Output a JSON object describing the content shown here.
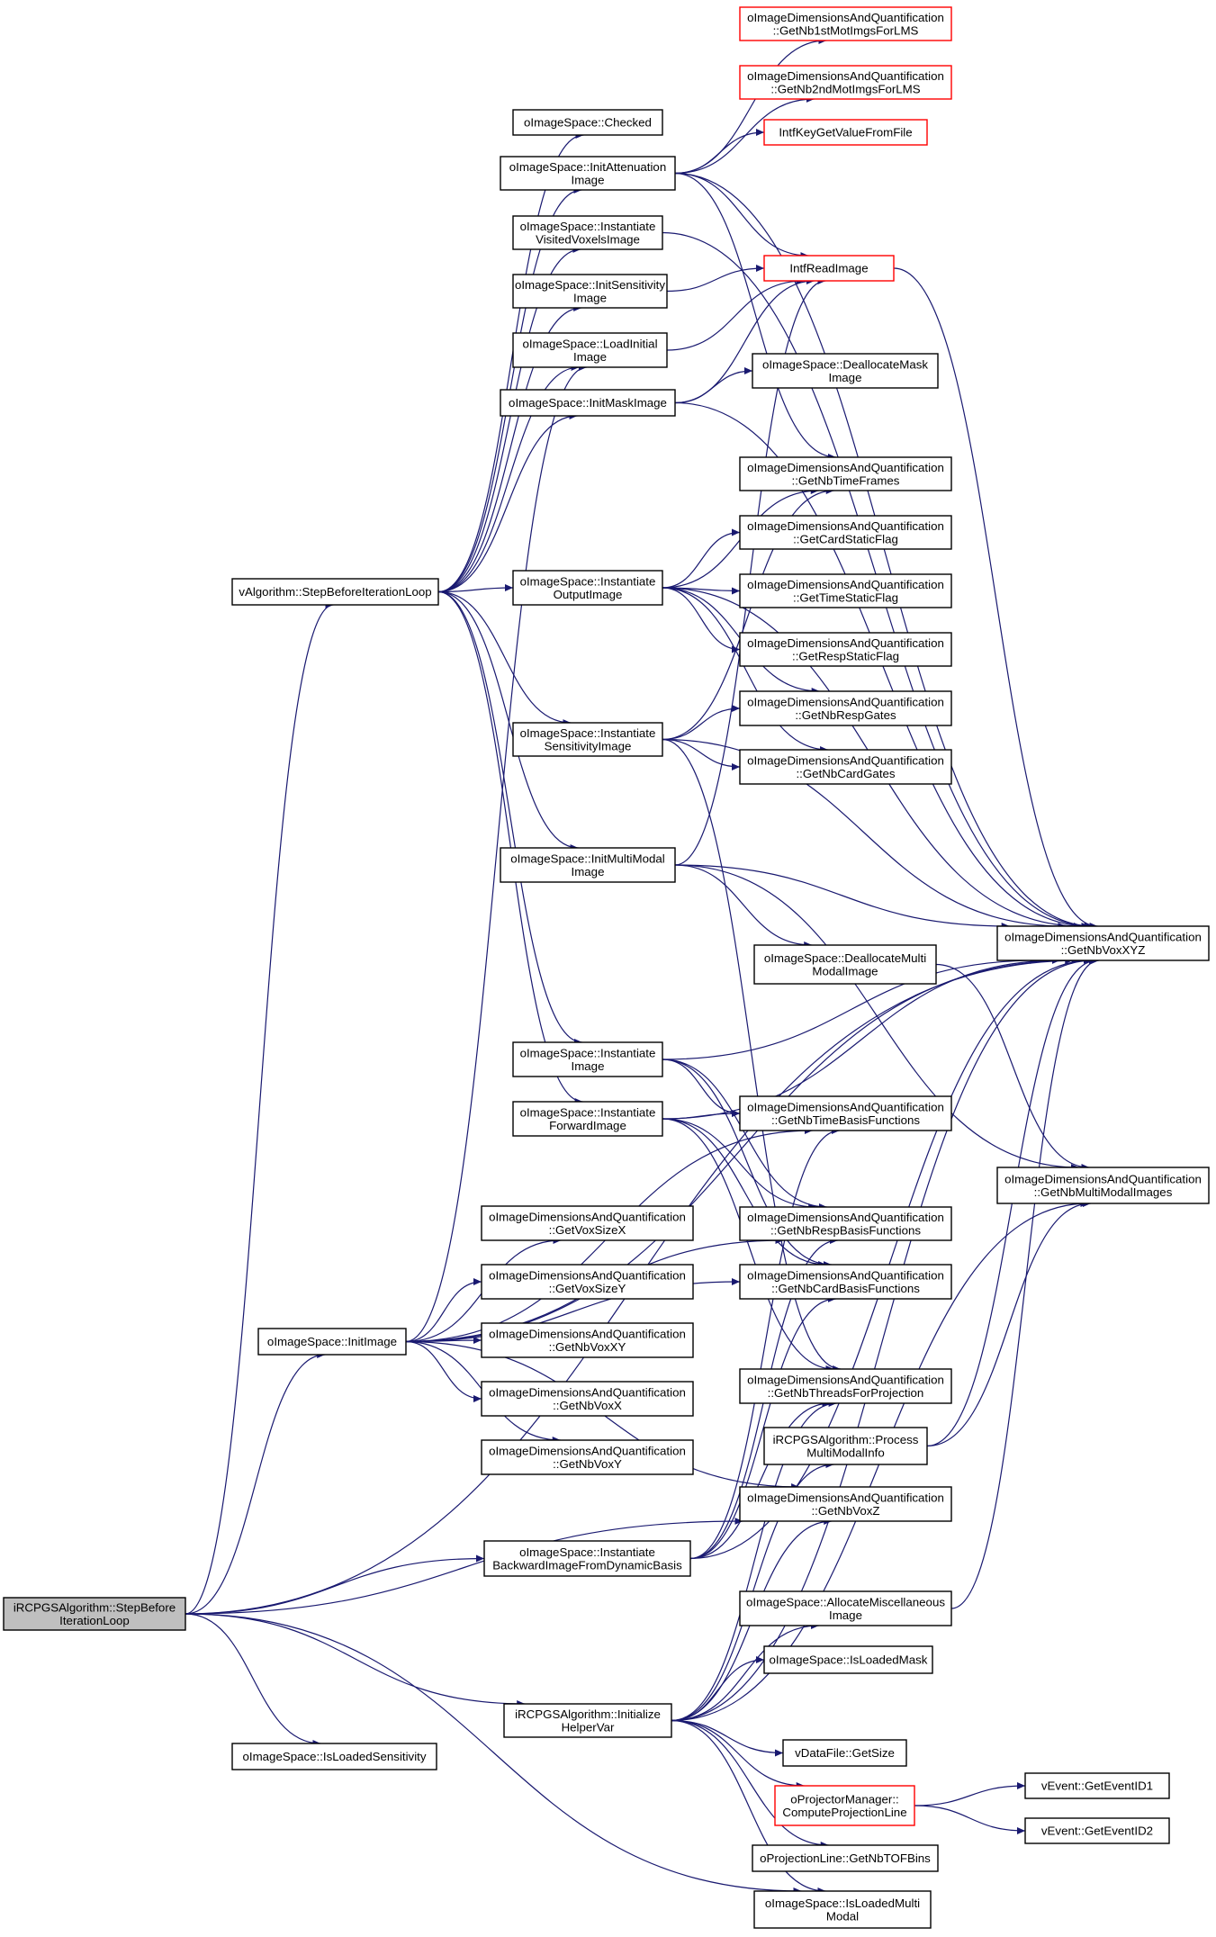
{
  "colors": {
    "edge": "#191970",
    "node_border": "#000000",
    "truncated_border": "#ff0000",
    "root_fill": "#bfbfbf",
    "node_fill": "#ffffff"
  },
  "nodes": [
    {
      "id": "root",
      "lines": [
        "iRCPGSAlgorithm::StepBefore",
        "IterationLoop"
      ],
      "root": true
    },
    {
      "id": "va_sbil",
      "lines": [
        "vAlgorithm::StepBeforeIterationLoop"
      ]
    },
    {
      "id": "ois_checked",
      "lines": [
        "oImageSpace::Checked"
      ]
    },
    {
      "id": "ois_initatt",
      "lines": [
        "oImageSpace::InitAttenuation",
        "Image"
      ]
    },
    {
      "id": "ois_instvv",
      "lines": [
        "oImageSpace::Instantiate",
        "VisitedVoxelsImage"
      ]
    },
    {
      "id": "ois_initsens",
      "lines": [
        "oImageSpace::InitSensitivity",
        "Image"
      ]
    },
    {
      "id": "ois_loadinit",
      "lines": [
        "oImageSpace::LoadInitial",
        "Image"
      ]
    },
    {
      "id": "ois_initmask",
      "lines": [
        "oImageSpace::InitMaskImage"
      ]
    },
    {
      "id": "ois_instout",
      "lines": [
        "oImageSpace::Instantiate",
        "OutputImage"
      ]
    },
    {
      "id": "ois_instsens",
      "lines": [
        "oImageSpace::Instantiate",
        "SensitivityImage"
      ]
    },
    {
      "id": "ois_initmm",
      "lines": [
        "oImageSpace::InitMultiModal",
        "Image"
      ]
    },
    {
      "id": "ois_instimg",
      "lines": [
        "oImageSpace::Instantiate",
        "Image"
      ]
    },
    {
      "id": "ois_instfwd",
      "lines": [
        "oImageSpace::Instantiate",
        "ForwardImage"
      ]
    },
    {
      "id": "ois_initimg",
      "lines": [
        "oImageSpace::InitImage"
      ]
    },
    {
      "id": "ois_instbwd",
      "lines": [
        "oImageSpace::Instantiate",
        "BackwardImageFromDynamicBasis"
      ]
    },
    {
      "id": "irc_inithv",
      "lines": [
        "iRCPGSAlgorithm::Initialize",
        "HelperVar"
      ]
    },
    {
      "id": "ois_isloadsens",
      "lines": [
        "oImageSpace::IsLoadedSensitivity"
      ]
    },
    {
      "id": "oid_voxx",
      "lines": [
        "oImageDimensionsAndQuantification",
        "::GetVoxSizeX"
      ]
    },
    {
      "id": "oid_voxy",
      "lines": [
        "oImageDimensionsAndQuantification",
        "::GetVoxSizeY"
      ]
    },
    {
      "id": "oid_nbxy",
      "lines": [
        "oImageDimensionsAndQuantification",
        "::GetNbVoxXY"
      ]
    },
    {
      "id": "oid_nbx",
      "lines": [
        "oImageDimensionsAndQuantification",
        "::GetNbVoxX"
      ]
    },
    {
      "id": "oid_nby",
      "lines": [
        "oImageDimensionsAndQuantification",
        "::GetNbVoxY"
      ]
    },
    {
      "id": "oid_nb1st",
      "lines": [
        "oImageDimensionsAndQuantification",
        "::GetNb1stMotImgsForLMS"
      ],
      "truncated": true
    },
    {
      "id": "oid_nb2nd",
      "lines": [
        "oImageDimensionsAndQuantification",
        "::GetNb2ndMotImgsForLMS"
      ],
      "truncated": true
    },
    {
      "id": "intf_key",
      "lines": [
        "IntfKeyGetValueFromFile"
      ],
      "truncated": true
    },
    {
      "id": "intf_read",
      "lines": [
        "IntfReadImage"
      ],
      "truncated": true
    },
    {
      "id": "ois_deallocmask",
      "lines": [
        "oImageSpace::DeallocateMask",
        "Image"
      ]
    },
    {
      "id": "oid_timeframes",
      "lines": [
        "oImageDimensionsAndQuantification",
        "::GetNbTimeFrames"
      ]
    },
    {
      "id": "oid_cardstatic",
      "lines": [
        "oImageDimensionsAndQuantification",
        "::GetCardStaticFlag"
      ]
    },
    {
      "id": "oid_timestatic",
      "lines": [
        "oImageDimensionsAndQuantification",
        "::GetTimeStaticFlag"
      ]
    },
    {
      "id": "oid_respstatic",
      "lines": [
        "oImageDimensionsAndQuantification",
        "::GetRespStaticFlag"
      ]
    },
    {
      "id": "oid_nbrespgates",
      "lines": [
        "oImageDimensionsAndQuantification",
        "::GetNbRespGates"
      ]
    },
    {
      "id": "oid_nbcardgates",
      "lines": [
        "oImageDimensionsAndQuantification",
        "::GetNbCardGates"
      ]
    },
    {
      "id": "ois_deallocmm",
      "lines": [
        "oImageSpace::DeallocateMulti",
        "ModalImage"
      ]
    },
    {
      "id": "oid_timebasis",
      "lines": [
        "oImageDimensionsAndQuantification",
        "::GetNbTimeBasisFunctions"
      ]
    },
    {
      "id": "oid_respbasis",
      "lines": [
        "oImageDimensionsAndQuantification",
        "::GetNbRespBasisFunctions"
      ]
    },
    {
      "id": "oid_cardbasis",
      "lines": [
        "oImageDimensionsAndQuantification",
        "::GetNbCardBasisFunctions"
      ]
    },
    {
      "id": "oid_threads",
      "lines": [
        "oImageDimensionsAndQuantification",
        "::GetNbThreadsForProjection"
      ]
    },
    {
      "id": "irc_procmm",
      "lines": [
        "iRCPGSAlgorithm::Process",
        "MultiModalInfo"
      ]
    },
    {
      "id": "oid_nbvoxz",
      "lines": [
        "oImageDimensionsAndQuantification",
        "::GetNbVoxZ"
      ]
    },
    {
      "id": "ois_allocmisc",
      "lines": [
        "oImageSpace::AllocateMiscellaneous",
        "Image"
      ]
    },
    {
      "id": "ois_isloadmask",
      "lines": [
        "oImageSpace::IsLoadedMask"
      ]
    },
    {
      "id": "vdf_getsize",
      "lines": [
        "vDataFile::GetSize"
      ]
    },
    {
      "id": "opm_cpl",
      "lines": [
        "oProjectorManager::",
        "ComputeProjectionLine"
      ],
      "truncated": true
    },
    {
      "id": "opl_tof",
      "lines": [
        "oProjectionLine::GetNbTOFBins"
      ]
    },
    {
      "id": "ois_isloadmm",
      "lines": [
        "oImageSpace::IsLoadedMulti",
        "Modal"
      ]
    },
    {
      "id": "ve_id1",
      "lines": [
        "vEvent::GetEventID1"
      ]
    },
    {
      "id": "ve_id2",
      "lines": [
        "vEvent::GetEventID2"
      ]
    },
    {
      "id": "oid_nbvoxxyz",
      "lines": [
        "oImageDimensionsAndQuantification",
        "::GetNbVoxXYZ"
      ]
    },
    {
      "id": "oid_nbmm",
      "lines": [
        "oImageDimensionsAndQuantification",
        "::GetNbMultiModalImages"
      ]
    }
  ],
  "edges": [
    [
      "root",
      "va_sbil"
    ],
    [
      "root",
      "ois_initimg"
    ],
    [
      "root",
      "ois_instbwd"
    ],
    [
      "root",
      "irc_inithv"
    ],
    [
      "root",
      "ois_isloadsens"
    ],
    [
      "root",
      "ois_isloadmm"
    ],
    [
      "root",
      "oid_nbvoxxyz"
    ],
    [
      "root",
      "oid_nbvoxz"
    ],
    [
      "va_sbil",
      "ois_checked"
    ],
    [
      "va_sbil",
      "ois_initatt"
    ],
    [
      "va_sbil",
      "ois_instvv"
    ],
    [
      "va_sbil",
      "ois_initsens"
    ],
    [
      "va_sbil",
      "ois_loadinit"
    ],
    [
      "va_sbil",
      "ois_initmask"
    ],
    [
      "va_sbil",
      "ois_instout"
    ],
    [
      "va_sbil",
      "ois_instsens"
    ],
    [
      "va_sbil",
      "ois_initmm"
    ],
    [
      "va_sbil",
      "ois_instimg"
    ],
    [
      "va_sbil",
      "ois_instfwd"
    ],
    [
      "ois_initatt",
      "oid_nb1st"
    ],
    [
      "ois_initatt",
      "oid_nb2nd"
    ],
    [
      "ois_initatt",
      "intf_key"
    ],
    [
      "ois_initatt",
      "intf_read"
    ],
    [
      "ois_initatt",
      "oid_nbvoxxyz"
    ],
    [
      "ois_initatt",
      "oid_timeframes"
    ],
    [
      "ois_instvv",
      "oid_nbvoxxyz"
    ],
    [
      "ois_initsens",
      "intf_read"
    ],
    [
      "ois_loadinit",
      "intf_read"
    ],
    [
      "ois_initmask",
      "intf_read"
    ],
    [
      "ois_initmask",
      "ois_deallocmask"
    ],
    [
      "ois_initmask",
      "oid_nbvoxxyz"
    ],
    [
      "ois_instout",
      "oid_timeframes"
    ],
    [
      "ois_instout",
      "oid_cardstatic"
    ],
    [
      "ois_instout",
      "oid_timestatic"
    ],
    [
      "ois_instout",
      "oid_respstatic"
    ],
    [
      "ois_instout",
      "oid_nbrespgates"
    ],
    [
      "ois_instout",
      "oid_nbcardgates"
    ],
    [
      "ois_instout",
      "oid_nbvoxxyz"
    ],
    [
      "ois_instsens",
      "oid_timeframes"
    ],
    [
      "ois_instsens",
      "oid_nbrespgates"
    ],
    [
      "ois_instsens",
      "oid_nbcardgates"
    ],
    [
      "ois_instsens",
      "oid_nbvoxxyz"
    ],
    [
      "ois_instsens",
      "oid_threads"
    ],
    [
      "ois_initmm",
      "intf_read"
    ],
    [
      "ois_initmm",
      "ois_deallocmm"
    ],
    [
      "ois_initmm",
      "oid_nbvoxxyz"
    ],
    [
      "ois_initmm",
      "oid_nbmm"
    ],
    [
      "ois_deallocmm",
      "oid_nbmm"
    ],
    [
      "ois_instimg",
      "oid_timebasis"
    ],
    [
      "ois_instimg",
      "oid_respbasis"
    ],
    [
      "ois_instimg",
      "oid_cardbasis"
    ],
    [
      "ois_instimg",
      "oid_nbvoxxyz"
    ],
    [
      "ois_instfwd",
      "oid_timebasis"
    ],
    [
      "ois_instfwd",
      "oid_respbasis"
    ],
    [
      "ois_instfwd",
      "oid_cardbasis"
    ],
    [
      "ois_instfwd",
      "oid_threads"
    ],
    [
      "ois_instfwd",
      "oid_nbvoxxyz"
    ],
    [
      "ois_initimg",
      "ois_loadinit"
    ],
    [
      "ois_initimg",
      "oid_voxx"
    ],
    [
      "ois_initimg",
      "oid_voxy"
    ],
    [
      "ois_initimg",
      "oid_nbxy"
    ],
    [
      "ois_initimg",
      "oid_nbx"
    ],
    [
      "ois_initimg",
      "oid_nby"
    ],
    [
      "ois_initimg",
      "oid_nbvoxz"
    ],
    [
      "ois_initimg",
      "oid_timebasis"
    ],
    [
      "ois_initimg",
      "oid_respbasis"
    ],
    [
      "ois_initimg",
      "oid_cardbasis"
    ],
    [
      "ois_initimg",
      "oid_nbvoxxyz"
    ],
    [
      "ois_instbwd",
      "oid_timebasis"
    ],
    [
      "ois_instbwd",
      "oid_respbasis"
    ],
    [
      "ois_instbwd",
      "oid_cardbasis"
    ],
    [
      "ois_instbwd",
      "oid_threads"
    ],
    [
      "ois_instbwd",
      "oid_nbvoxxyz"
    ],
    [
      "irc_inithv",
      "oid_threads"
    ],
    [
      "irc_inithv",
      "irc_procmm"
    ],
    [
      "irc_inithv",
      "oid_nbvoxz"
    ],
    [
      "irc_inithv",
      "ois_allocmisc"
    ],
    [
      "irc_inithv",
      "ois_isloadmask"
    ],
    [
      "irc_inithv",
      "vdf_getsize"
    ],
    [
      "irc_inithv",
      "opm_cpl"
    ],
    [
      "irc_inithv",
      "opl_tof"
    ],
    [
      "irc_inithv",
      "ois_isloadmm"
    ],
    [
      "irc_inithv",
      "oid_nbvoxxyz"
    ],
    [
      "irc_inithv",
      "oid_nbmm"
    ],
    [
      "irc_procmm",
      "oid_nbvoxxyz"
    ],
    [
      "irc_procmm",
      "oid_nbmm"
    ],
    [
      "ois_allocmisc",
      "oid_nbvoxxyz"
    ],
    [
      "opm_cpl",
      "ve_id1"
    ],
    [
      "opm_cpl",
      "ve_id2"
    ],
    [
      "intf_read",
      "oid_nbvoxxyz"
    ]
  ]
}
